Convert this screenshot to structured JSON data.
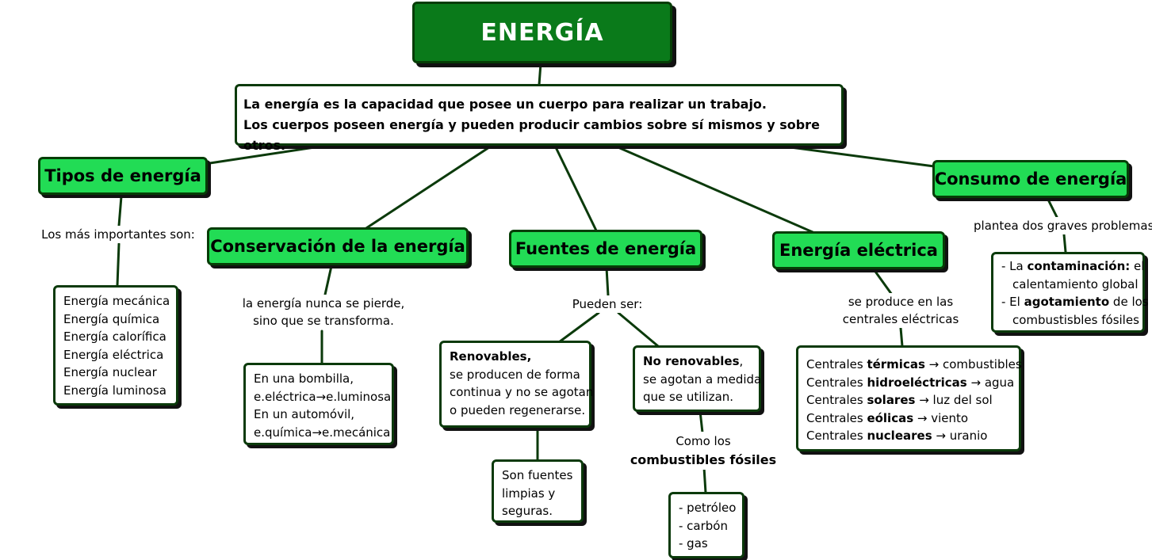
{
  "title": "ENERGÍA",
  "definition": {
    "line1": "La energía es la capacidad que posee un cuerpo para realizar un trabajo.",
    "line2": "Los cuerpos poseen energía y pueden producir cambios sobre sí mismos y sobre otros."
  },
  "tipos": {
    "heading": "Tipos de energía",
    "connector": "Los más importantes son:",
    "items": [
      "Energía mecánica",
      "Energía química",
      "Energía calorífica",
      "Energía eléctrica",
      "Energía nuclear",
      "Energía luminosa"
    ]
  },
  "conservacion": {
    "heading": "Conservación de la energía",
    "connector_line1": "la energía nunca se pierde,",
    "connector_line2": "sino que se transforma.",
    "items": [
      "En una bombilla,",
      "e.eléctrica→e.luminosa",
      "En un automóvil,",
      "e.química→e.mecánica"
    ]
  },
  "fuentes": {
    "heading": "Fuentes de energía",
    "connector": "Pueden ser:",
    "renovables": {
      "title": "Renovables,",
      "lines": [
        "se producen de forma",
        "continua y no se agotan",
        "o pueden regenerarse."
      ]
    },
    "renovables_extra": [
      "Son fuentes",
      "limpias y",
      "seguras."
    ],
    "no_renovables": {
      "title": "No renovables",
      "title_suffix": ",",
      "lines": [
        "se agotan a medida",
        "que se utilizan."
      ]
    },
    "fosiles_connector_line1": "Como los",
    "fosiles_connector_line2": "combustibles fósiles",
    "fosiles": [
      "- petróleo",
      "- carbón",
      "- gas"
    ]
  },
  "electrica": {
    "heading": "Energía eléctrica",
    "connector_line1": "se produce en las",
    "connector_line2": "centrales eléctricas",
    "centrales": [
      {
        "pre": "Centrales ",
        "bold": "térmicas",
        "post": " → combustibles"
      },
      {
        "pre": "Centrales ",
        "bold": "hidroeléctricas",
        "post": " → agua"
      },
      {
        "pre": "Centrales ",
        "bold": "solares",
        "post": " → luz del sol"
      },
      {
        "pre": "Centrales ",
        "bold": "eólicas",
        "post": " → viento"
      },
      {
        "pre": "Centrales ",
        "bold": "nucleares",
        "post": " → uranio"
      }
    ]
  },
  "consumo": {
    "heading": "Consumo de energía",
    "connector": "plantea dos graves problemas",
    "problem1_pre": "- La ",
    "problem1_bold": "contaminación:",
    "problem1_post": " el",
    "problem1_line2": "calentamiento global",
    "problem2_pre": "- El ",
    "problem2_bold": "agotamiento",
    "problem2_post": " de los",
    "problem2_line2": "combustisbles fósiles"
  },
  "colors": {
    "title_bg": "#0a7a1a",
    "node_bg": "#22dc55",
    "border": "#063d06",
    "line": "#0b3a0b"
  }
}
